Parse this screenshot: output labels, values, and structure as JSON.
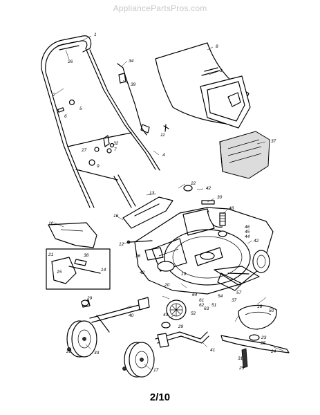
{
  "watermark": "AppliancePartsPros.com",
  "page_number": "2/10",
  "callouts": [
    "1",
    "26",
    "34",
    "8",
    "3",
    "39",
    "2",
    "5",
    "6",
    "11",
    "37",
    "32",
    "7",
    "27",
    "9",
    "4",
    "22",
    "13",
    "42",
    "30",
    "48",
    "16",
    "10",
    "46",
    "45",
    "44",
    "12",
    "42",
    "21",
    "38",
    "15",
    "14",
    "36",
    "19",
    "20",
    "42",
    "29",
    "61",
    "62",
    "54",
    "57",
    "40",
    "43",
    "29",
    "52",
    "51",
    "64",
    "63",
    "37",
    "18",
    "50",
    "23",
    "25",
    "28",
    "33",
    "17",
    "41",
    "24",
    "31",
    "25"
  ]
}
